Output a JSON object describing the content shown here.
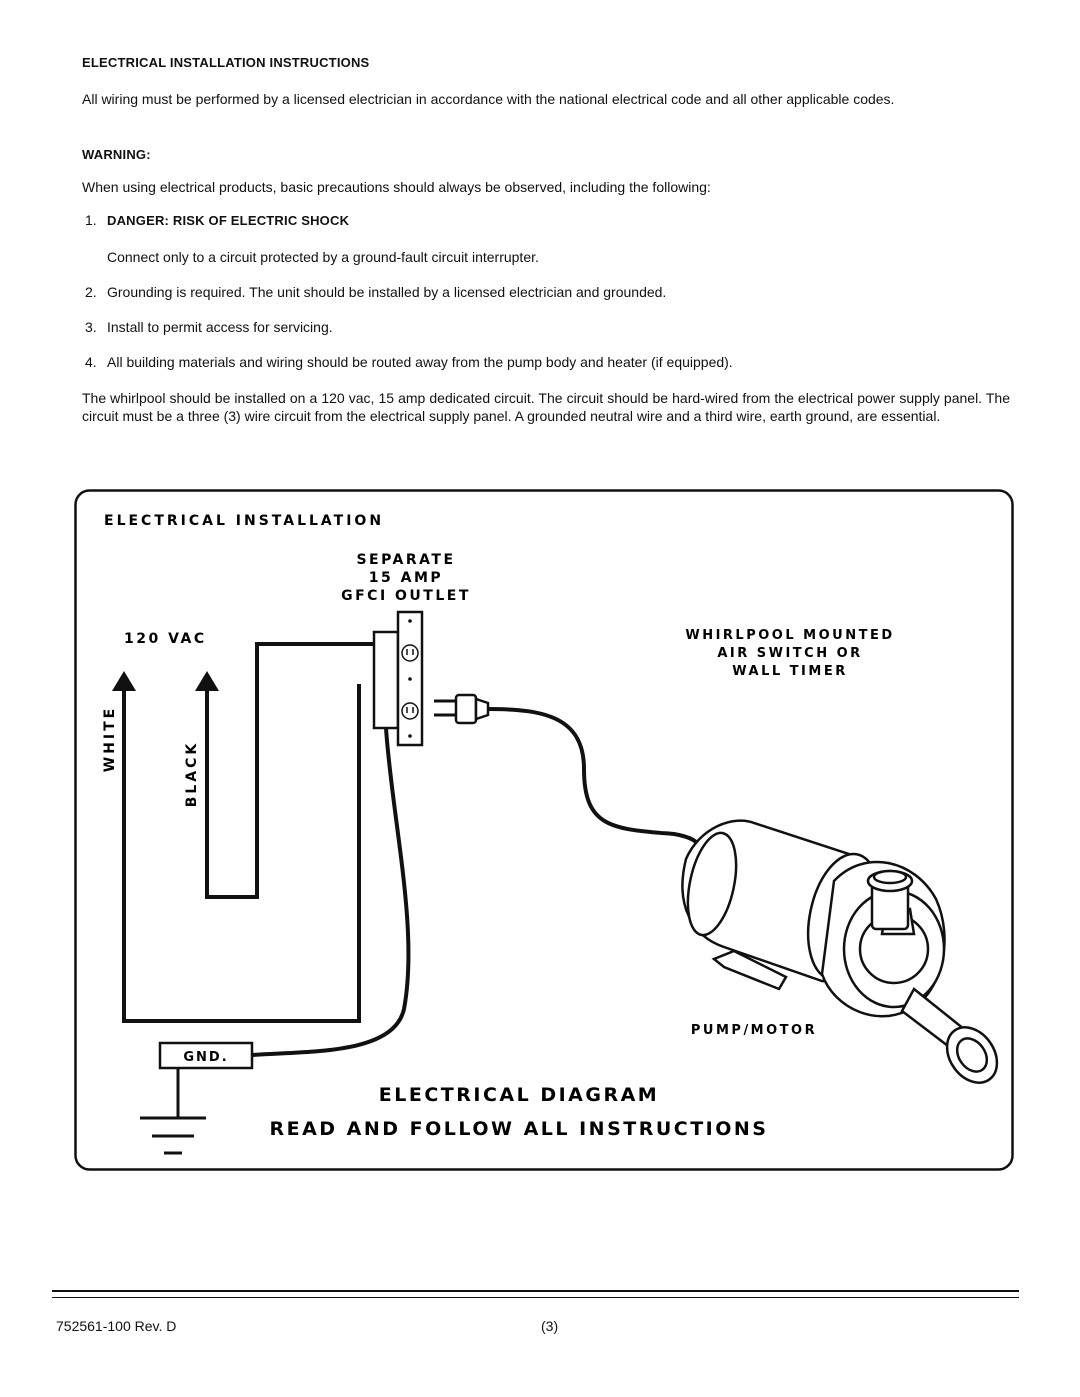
{
  "section_title": "ELECTRICAL INSTALLATION INSTRUCTIONS",
  "intro_paragraph": "All wiring must be performed by a licensed electrician in accordance with the national electrical code and all other applicable codes.",
  "warning_heading": "WARNING:",
  "warning_text": "When using electrical products, basic precautions should always be observed, including the following:",
  "items": [
    {
      "number": "1.",
      "heading": "DANGER:  RISK OF ELECTRIC SHOCK",
      "text": "Connect only to a circuit protected by a ground-fault circuit interrupter."
    },
    {
      "number": "2.",
      "text": "Grounding is required.  The unit should be installed by a licensed electrician and grounded."
    },
    {
      "number": "3.",
      "text": "Install to permit access for servicing."
    },
    {
      "number": "4.",
      "text": "All building materials and wiring should be routed away from the pump body and heater (if equipped)."
    }
  ],
  "circuit_paragraph": "The whirlpool should be installed on a 120 vac, 15 amp dedicated circuit.  The circuit should be hard-wired from the electrical power supply panel.  The circuit must be a three (3) wire circuit from the electrical supply panel.  A grounded neutral wire and a third wire, earth ground, are essential.",
  "diagram": {
    "box_title": "ELECTRICAL INSTALLATION",
    "outlet_label": [
      "SEPARATE",
      "15 AMP",
      "GFCI OUTLET"
    ],
    "voltage_label": "120 VAC",
    "white_label": "WHITE",
    "black_label": "BLACK",
    "switch_label": [
      "WHIRLPOOL MOUNTED",
      "AIR SWITCH OR",
      "WALL TIMER"
    ],
    "pump_label": "PUMP/MOTOR",
    "ground_label": "GND.",
    "title_line1": "ELECTRICAL DIAGRAM",
    "title_line2": "READ AND FOLLOW ALL INSTRUCTIONS"
  },
  "footer": {
    "doc_number": "752561-100 Rev. D",
    "page_number": "(3)"
  }
}
